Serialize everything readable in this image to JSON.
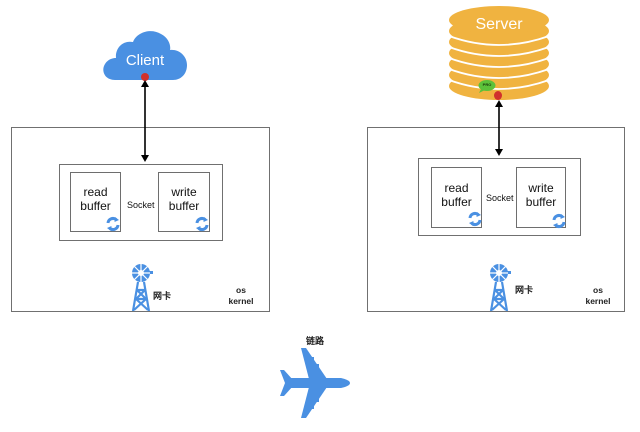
{
  "client": {
    "label": "Client",
    "icon": "cloud-icon",
    "color": "#4a90e2"
  },
  "server": {
    "label": "Server",
    "icon": "database-server-icon",
    "color": "#f0b340",
    "badge": "PRO",
    "badge_color": "#5cc13a"
  },
  "connector_color": "#d0312d",
  "client_host": {
    "socket_label": "Socket",
    "read_buffer": [
      "read",
      "buffer"
    ],
    "write_buffer": [
      "write",
      "buffer"
    ],
    "nic_label": "网卡",
    "kernel_label": [
      "os",
      "kernel"
    ]
  },
  "server_host": {
    "socket_label": "Socket",
    "read_buffer": [
      "read",
      "buffer"
    ],
    "write_buffer": [
      "write",
      "buffer"
    ],
    "nic_label": "网卡",
    "kernel_label": [
      "os",
      "kernel"
    ]
  },
  "link": {
    "label": "链路",
    "icon": "airplane-icon",
    "color": "#4a90e2"
  },
  "icon_color": "#4a90e2"
}
